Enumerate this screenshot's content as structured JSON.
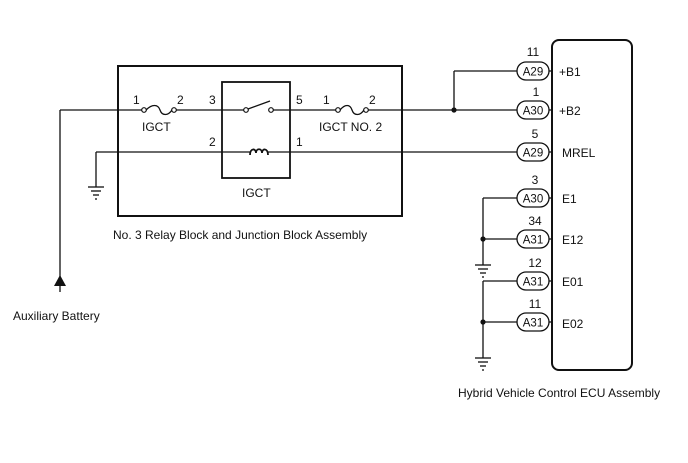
{
  "diagram": {
    "relay_block": {
      "label": "No. 3 Relay Block and Junction Block Assembly",
      "fuse_igct": {
        "label": "IGCT",
        "pin_in": "1",
        "pin_out": "2"
      },
      "relay_igct": {
        "label": "IGCT",
        "switch_in": "3",
        "switch_out": "5",
        "coil_in": "2",
        "coil_out": "1"
      },
      "fuse_igct2": {
        "label": "IGCT NO. 2",
        "pin_in": "1",
        "pin_out": "2"
      }
    },
    "battery": {
      "label": "Auxiliary Battery"
    },
    "ecu": {
      "label": "Hybrid Vehicle Control ECU Assembly",
      "terminals": [
        {
          "pin": "11",
          "connector": "A29",
          "name": "+B1"
        },
        {
          "pin": "1",
          "connector": "A30",
          "name": "+B2"
        },
        {
          "pin": "5",
          "connector": "A29",
          "name": "MREL"
        },
        {
          "pin": "3",
          "connector": "A30",
          "name": "E1"
        },
        {
          "pin": "34",
          "connector": "A31",
          "name": "E12"
        },
        {
          "pin": "12",
          "connector": "A31",
          "name": "E01"
        },
        {
          "pin": "11",
          "connector": "A31",
          "name": "E02"
        }
      ]
    }
  }
}
